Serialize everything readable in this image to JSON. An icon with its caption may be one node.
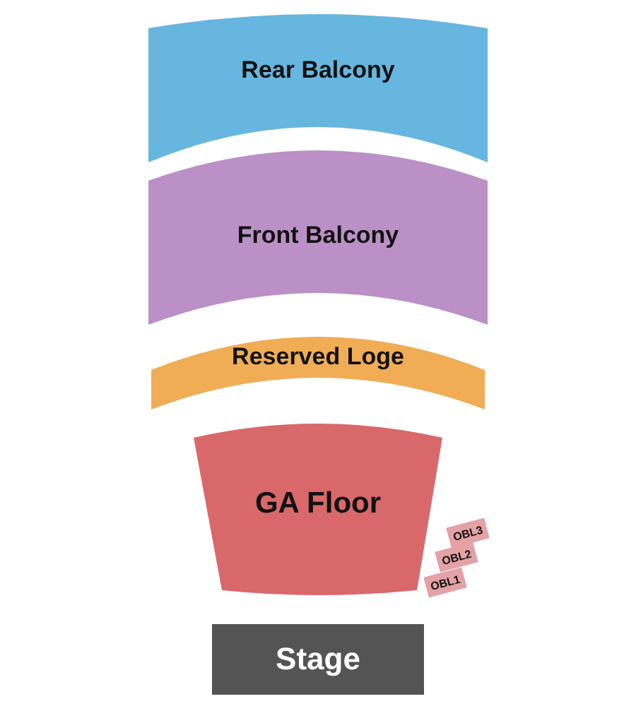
{
  "diagram": {
    "nodes": [
      {
        "text": [
          "Rear Balcony"
        ]
      },
      {
        "text": [
          "Front Balcony"
        ]
      },
      {
        "text": [
          "Reserved Loge"
        ]
      },
      {
        "text": [
          "GA Floor"
        ]
      },
      {
        "text": [
          "OBL3"
        ]
      },
      {
        "text": [
          "OBL2"
        ]
      },
      {
        "text": [
          "OBL1"
        ]
      },
      {
        "text": [
          "Stage"
        ]
      }
    ]
  }
}
